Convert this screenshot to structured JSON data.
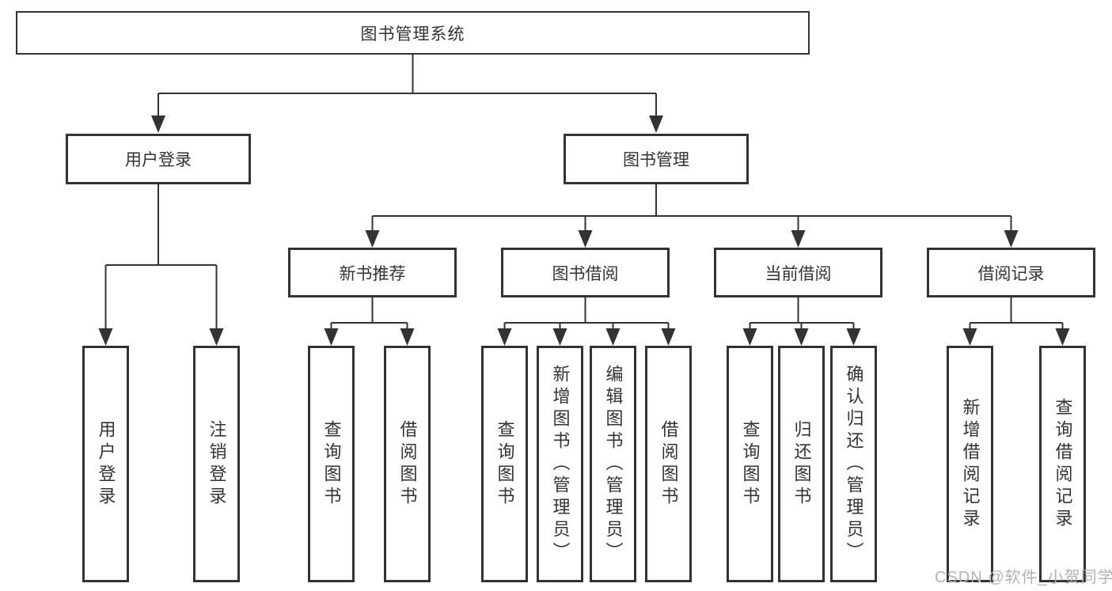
{
  "tree": {
    "root": {
      "label": "图书管理系统"
    },
    "children": [
      {
        "label": "用户登录",
        "children": [
          {
            "label": "用户登录"
          },
          {
            "label": "注销登录"
          }
        ]
      },
      {
        "label": "图书管理",
        "children": [
          {
            "label": "新书推荐",
            "children": [
              {
                "label": "查询图书"
              },
              {
                "label": "借阅图书"
              }
            ]
          },
          {
            "label": "图书借阅",
            "children": [
              {
                "label": "查询图书"
              },
              {
                "label": "新增图书（管理员）"
              },
              {
                "label": "编辑图书（管理员）"
              },
              {
                "label": "借阅图书"
              }
            ]
          },
          {
            "label": "当前借阅",
            "children": [
              {
                "label": "查询图书"
              },
              {
                "label": "归还图书"
              },
              {
                "label": "确认归还（管理员）"
              }
            ]
          },
          {
            "label": "借阅记录",
            "children": [
              {
                "label": "新增借阅记录"
              },
              {
                "label": "查询借阅记录"
              }
            ]
          }
        ]
      }
    ]
  },
  "watermark": {
    "text": "CSDN @软件_小贺同学"
  },
  "colors": {
    "line": "#333333",
    "box_border": "#333333",
    "text": "#333333",
    "watermark": "#b3b3b3",
    "background": "#ffffff"
  }
}
